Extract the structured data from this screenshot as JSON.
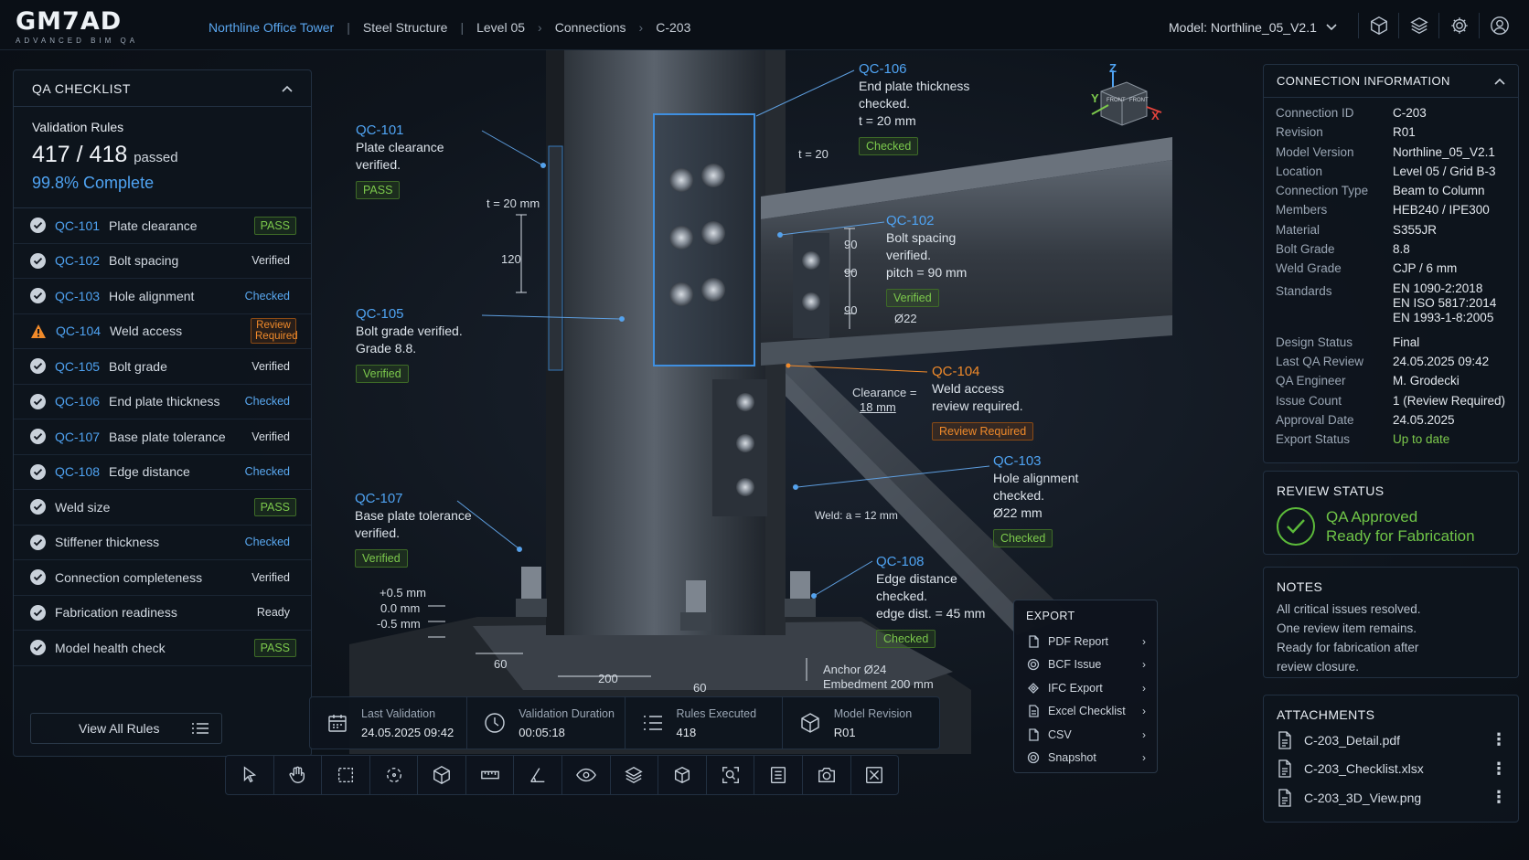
{
  "app": {
    "logo": "GM7AD",
    "logo_sub": "ADVANCED BIM QA"
  },
  "breadcrumb": {
    "project": "Northline Office Tower",
    "items": [
      "Steel Structure",
      "Level 05",
      "Connections",
      "C-203"
    ]
  },
  "model": {
    "label": "Model: Northline_05_V2.1"
  },
  "qa": {
    "title": "QA CHECKLIST",
    "rules_label": "Validation Rules",
    "count": "417 / 418",
    "passed": "passed",
    "percent": "99.8% Complete",
    "rules": [
      {
        "code": "QC-101",
        "name": "Plate clearance",
        "status": "PASS",
        "kind": "pass",
        "warn": false
      },
      {
        "code": "QC-102",
        "name": "Bolt spacing",
        "status": "Verified",
        "kind": "ver",
        "warn": false
      },
      {
        "code": "QC-103",
        "name": "Hole alignment",
        "status": "Checked",
        "kind": "chk",
        "warn": false
      },
      {
        "code": "QC-104",
        "name": "Weld access",
        "status": "Review Required",
        "kind": "rev",
        "warn": true
      },
      {
        "code": "QC-105",
        "name": "Bolt grade",
        "status": "Verified",
        "kind": "ver",
        "warn": false
      },
      {
        "code": "QC-106",
        "name": "End plate thickness",
        "status": "Checked",
        "kind": "chk",
        "warn": false
      },
      {
        "code": "QC-107",
        "name": "Base plate tolerance",
        "status": "Verified",
        "kind": "ver",
        "warn": false
      },
      {
        "code": "QC-108",
        "name": "Edge distance",
        "status": "Checked",
        "kind": "chk",
        "warn": false
      },
      {
        "code": "",
        "name": "Weld size",
        "status": "PASS",
        "kind": "pass",
        "warn": false
      },
      {
        "code": "",
        "name": "Stiffener thickness",
        "status": "Checked",
        "kind": "chk",
        "warn": false
      },
      {
        "code": "",
        "name": "Connection completeness",
        "status": "Verified",
        "kind": "ver",
        "warn": false
      },
      {
        "code": "",
        "name": "Fabrication readiness",
        "status": "Ready",
        "kind": "ready",
        "warn": false
      },
      {
        "code": "",
        "name": "Model health check",
        "status": "PASS",
        "kind": "pass",
        "warn": false
      }
    ],
    "view_all": "View All Rules"
  },
  "callouts": {
    "qc101": {
      "code": "QC-101",
      "l1": "Plate clearance",
      "l2": "verified.",
      "tag": "PASS"
    },
    "qc105": {
      "code": "QC-105",
      "l1": "Bolt grade verified.",
      "l2": "Grade 8.8.",
      "tag": "Verified"
    },
    "qc107": {
      "code": "QC-107",
      "l1": "Base plate tolerance",
      "l2": "verified.",
      "tag": "Verified"
    },
    "qc106": {
      "code": "QC-106",
      "l1": "End plate thickness",
      "l2": "checked.",
      "l3": "t = 20 mm",
      "tag": "Checked"
    },
    "qc102": {
      "code": "QC-102",
      "l1": "Bolt spacing",
      "l2": "verified.",
      "l3": "pitch = 90 mm",
      "tag": "Verified"
    },
    "qc104": {
      "code": "QC-104",
      "l1": "Weld access",
      "l2": "review required.",
      "tag": "Review Required"
    },
    "qc103": {
      "code": "QC-103",
      "l1": "Hole alignment",
      "l2": "checked.",
      "l3": "Ø22 mm",
      "tag": "Checked"
    },
    "qc108": {
      "code": "QC-108",
      "l1": "Edge distance",
      "l2": "checked.",
      "l3": "edge dist. = 45 mm",
      "tag": "Checked"
    }
  },
  "dims": {
    "t20a": "t = 20 mm",
    "d120": "120",
    "t20b": "t = 20",
    "p90a": "90",
    "p90b": "90",
    "p90c": "90",
    "d22": "Ø22",
    "clear1": "Clearance =",
    "clear2": "18 mm",
    "weld": "Weld: a = 12 mm",
    "tol1": "+0.5 mm",
    "tol2": "0.0 mm",
    "tol3": "-0.5 mm",
    "d60a": "60",
    "d200": "200",
    "d60b": "60",
    "anchor1": "Anchor Ø24",
    "anchor2": "Embedment 200 mm",
    "axis_z": "Z",
    "axis_y": "Y",
    "axis_x": "X",
    "cube_a": "FRONT",
    "cube_b": "FRONT"
  },
  "stats": [
    {
      "label": "Last Validation",
      "value": "24.05.2025  09:42",
      "icon": "calendar-icon"
    },
    {
      "label": "Validation Duration",
      "value": "00:05:18",
      "icon": "clock-icon"
    },
    {
      "label": "Rules Executed",
      "value": "418",
      "icon": "list-icon"
    },
    {
      "label": "Model Revision",
      "value": "R01",
      "icon": "cube-icon"
    }
  ],
  "export": {
    "title": "EXPORT",
    "items": [
      "PDF Report",
      "BCF Issue",
      "IFC Export",
      "Excel Checklist",
      "CSV",
      "Snapshot"
    ]
  },
  "conn": {
    "title": "CONNECTION INFORMATION",
    "rows": [
      {
        "k": "Connection ID",
        "v": "C-203"
      },
      {
        "k": "Revision",
        "v": "R01"
      },
      {
        "k": "Model Version",
        "v": "Northline_05_V2.1"
      },
      {
        "k": "Location",
        "v": "Level 05 / Grid B-3"
      },
      {
        "k": "Connection Type",
        "v": "Beam to Column"
      },
      {
        "k": "Members",
        "v": "HEB240 / IPE300"
      },
      {
        "k": "Material",
        "v": "S355JR"
      },
      {
        "k": "Bolt Grade",
        "v": "8.8"
      },
      {
        "k": "Weld Grade",
        "v": "CJP / 6 mm"
      }
    ],
    "standards_k": "Standards",
    "standards": [
      "EN 1090-2:2018",
      "EN ISO 5817:2014",
      "EN 1993-1-8:2005"
    ],
    "rows2": [
      {
        "k": "Design Status",
        "v": "Final",
        "g": false
      },
      {
        "k": "Last QA Review",
        "v": "24.05.2025  09:42",
        "g": false
      },
      {
        "k": "QA Engineer",
        "v": "M. Grodecki",
        "g": false
      },
      {
        "k": "Issue Count",
        "v": "1 (Review Required)",
        "g": false
      },
      {
        "k": "Approval Date",
        "v": "24.05.2025",
        "g": false
      },
      {
        "k": "Export Status",
        "v": "Up to date",
        "g": true
      }
    ]
  },
  "review": {
    "title": "REVIEW STATUS",
    "l1": "QA Approved",
    "l2": "Ready for Fabrication"
  },
  "notes": {
    "title": "NOTES",
    "text": [
      "All critical issues resolved.",
      "One review item remains.",
      "Ready for fabrication after",
      "review closure."
    ]
  },
  "attachments": {
    "title": "ATTACHMENTS",
    "files": [
      "C-203_Detail.pdf",
      "C-203_Checklist.xlsx",
      "C-203_3D_View.png"
    ]
  },
  "colors": {
    "accent": "#4fa3f2",
    "pass": "#7cc94c",
    "warn": "#f08a2a"
  }
}
